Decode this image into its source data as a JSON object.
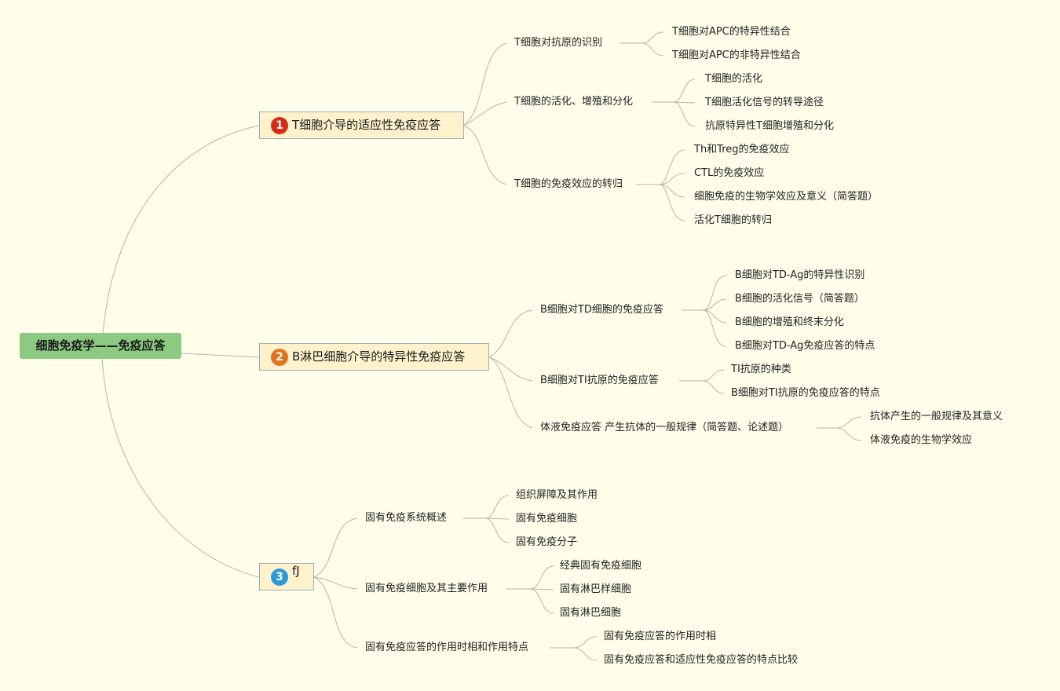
{
  "root": "细胞免疫学——免疫应答",
  "colors": {
    "background": "#fefeeb",
    "root_fill": "#8cca82",
    "main_fill": "#fdf2cc",
    "line": "#b6b6a6",
    "badge1": "#d92b16",
    "badge2": "#e07420",
    "badge3": "#2a9ad8"
  },
  "branches": [
    {
      "badge": "1",
      "title": "T细胞介导的适应性免疫应答",
      "children": [
        {
          "label": "T细胞对抗原的识别",
          "items": [
            "T细胞对APC的特异性结合",
            "T细胞对APC的非特异性结合"
          ]
        },
        {
          "label": "T细胞的活化、增殖和分化",
          "items": [
            "T细胞的活化",
            "T细胞活化信号的转导途径",
            "抗原特异性T细胞增殖和分化"
          ]
        },
        {
          "label": "T细胞的免疫效应的转归",
          "items": [
            "Th和Treg的免疫效应",
            "CTL的免疫效应",
            "细胞免疫的生物学效应及意义（简答题）",
            "活化T细胞的转归"
          ]
        }
      ]
    },
    {
      "badge": "2",
      "title": "B淋巴细胞介导的特异性免疫应答",
      "children": [
        {
          "label": "B细胞对TD细胞的免疫应答",
          "items": [
            "B细胞对TD-Ag的特异性识别",
            "B细胞的活化信号（简答题）",
            "B细胞的增殖和终末分化",
            "B细胞对TD-Ag免疫应答的特点"
          ]
        },
        {
          "label": "B细胞对TI抗原的免疫应答",
          "items": [
            "TI抗原的种类",
            "B细胞对TI抗原的免疫应答的特点"
          ]
        },
        {
          "label": "体液免疫应答 产生抗体的一般规律（简答题、论述题）",
          "items": [
            "抗体产生的一般规律及其意义",
            "体液免疫的生物学效应"
          ]
        }
      ]
    },
    {
      "badge": "3",
      "title": "fJ",
      "children": [
        {
          "label": "固有免疫系统概述",
          "items": [
            "组织屏障及其作用",
            "固有免疫细胞",
            "固有免疫分子"
          ]
        },
        {
          "label": "固有免疫细胞及其主要作用",
          "items": [
            "经典固有免疫细胞",
            "固有淋巴样细胞",
            "固有淋巴细胞"
          ]
        },
        {
          "label": "固有免疫应答的作用时相和作用特点",
          "items": [
            "固有免疫应答的作用时相",
            "固有免疫应答和适应性免疫应答的特点比较"
          ]
        }
      ]
    }
  ]
}
